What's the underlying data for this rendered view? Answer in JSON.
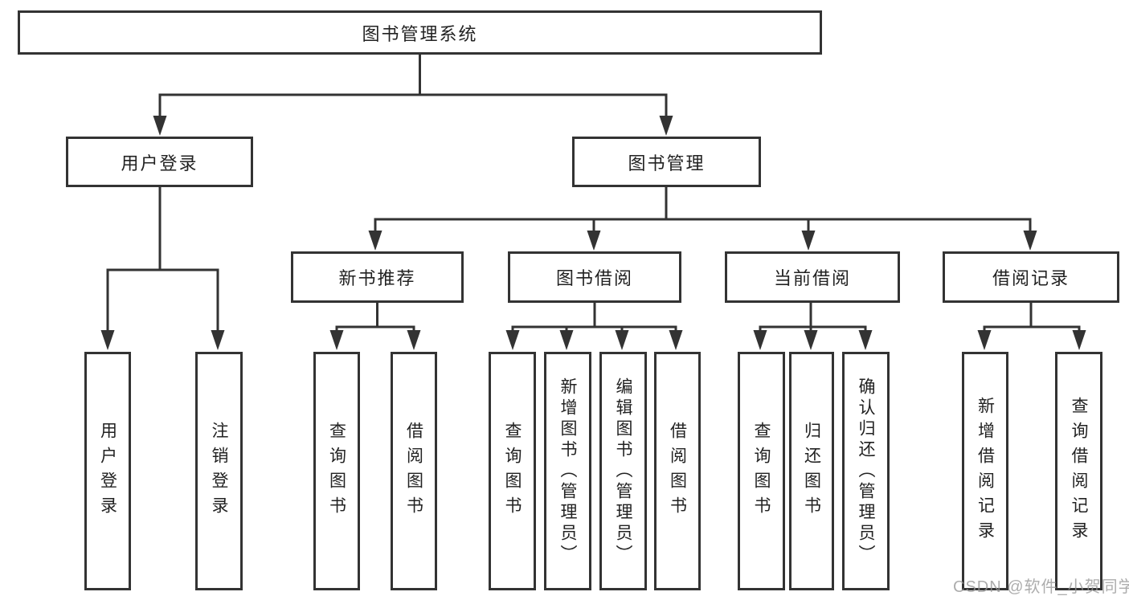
{
  "tree": {
    "label": "图书管理系统",
    "children": [
      {
        "label": "用户登录",
        "children": [
          {
            "label": "用户登录"
          },
          {
            "label": "注销登录"
          }
        ]
      },
      {
        "label": "图书管理",
        "children": [
          {
            "label": "新书推荐",
            "children": [
              {
                "label": "查询图书"
              },
              {
                "label": "借阅图书"
              }
            ]
          },
          {
            "label": "图书借阅",
            "children": [
              {
                "label": "查询图书"
              },
              {
                "label": "新增图书（管理员）"
              },
              {
                "label": "编辑图书（管理员）"
              },
              {
                "label": "借阅图书"
              }
            ]
          },
          {
            "label": "当前借阅",
            "children": [
              {
                "label": "查询图书"
              },
              {
                "label": "归还图书"
              },
              {
                "label": "确认归还（管理员）"
              }
            ]
          },
          {
            "label": "借阅记录",
            "children": [
              {
                "label": "新增借阅记录"
              },
              {
                "label": "查询借阅记录"
              }
            ]
          }
        ]
      }
    ]
  },
  "colors": {
    "line": "#333333",
    "text": "#222222",
    "background": "#ffffff",
    "watermark": "#969696"
  },
  "watermark": {
    "text": "CSDN @软件_小贺同学"
  }
}
